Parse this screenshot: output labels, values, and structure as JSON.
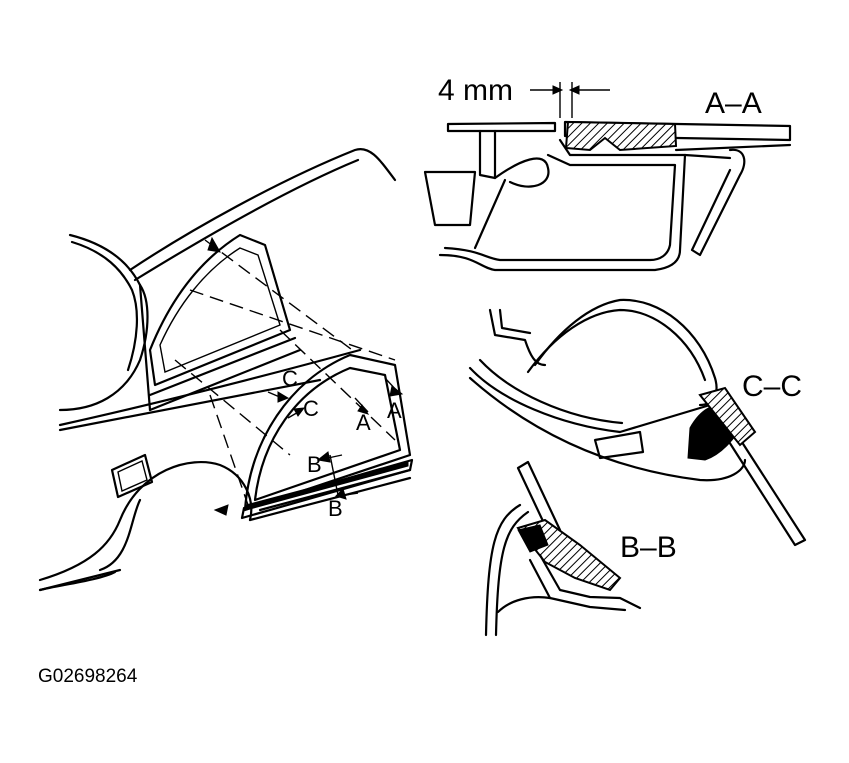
{
  "figure_code": "G02698264",
  "gap_dimension": "4 mm",
  "sections": {
    "aa": "A–A",
    "bb": "B–B",
    "cc": "C–C"
  },
  "callouts": {
    "a_top": "A",
    "a_bottom": "A",
    "b_top": "B",
    "b_bottom": "B",
    "c_top": "C",
    "c_bottom": "C"
  }
}
